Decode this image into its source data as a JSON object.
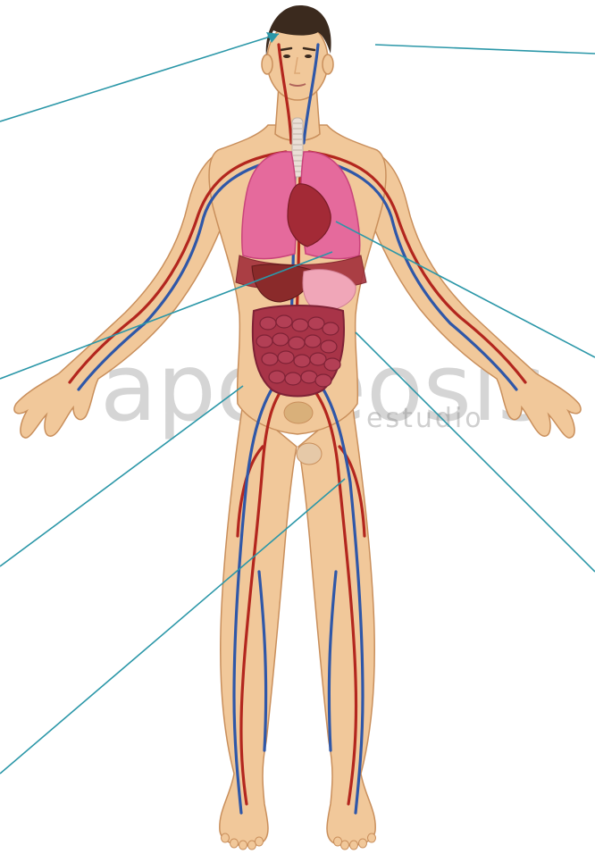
{
  "figure": {
    "subject": "human circulatory system with organs",
    "watermark": {
      "brand": "apoteosis",
      "sub": "estudio"
    },
    "colors": {
      "skin": "#f1c89a",
      "skin_shadow": "#dca774",
      "skin_outline": "#c98f5c",
      "hair": "#3b2a1e",
      "artery": "#b3261e",
      "vein": "#2f57a8",
      "lung": "#e56a9c",
      "lung_dark": "#c9447b",
      "heart": "#a32a36",
      "liver": "#8a2a2a",
      "stomach": "#f0a6b8",
      "intestine": "#a83448",
      "intestine_dark": "#7f2236",
      "trachea": "#eadfd6",
      "leader_line": "#2b97a8"
    }
  },
  "leader_lines": [
    {
      "target": "brain",
      "side": "left"
    },
    {
      "target": "head",
      "side": "right"
    },
    {
      "target": "heart",
      "side": "right"
    },
    {
      "target": "liver",
      "side": "left"
    },
    {
      "target": "intestines",
      "side": "right"
    },
    {
      "target": "abdominal-vessels",
      "side": "left"
    },
    {
      "target": "leg-vessels",
      "side": "left"
    }
  ]
}
